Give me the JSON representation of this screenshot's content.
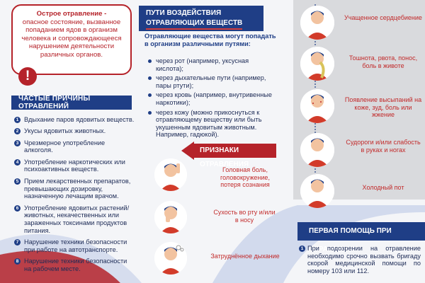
{
  "definition": {
    "term": "Острое отравление -",
    "text": "опасное состояние, вызванное попаданием ядов в организм человека и сопровождающееся нарушением деятельности различных органов."
  },
  "warning_mark": "!",
  "causes": {
    "header": "ЧАСТЫЕ ПРИЧИНЫ ОТРАВЛЕНИЙ",
    "items": [
      {
        "n": "1",
        "text": "Вдыхание паров ядовитых веществ."
      },
      {
        "n": "2",
        "text": "Укусы ядовитых животных."
      },
      {
        "n": "3",
        "text": "Чрезмерное употребление алкоголя."
      },
      {
        "n": "4",
        "text": "Употребление наркотических или психоактивных веществ."
      },
      {
        "n": "5",
        "text": "Прием лекарственных препаратов, превышающих дозировку, назначенную лечащим врачом."
      },
      {
        "n": "6",
        "text": "Употребление ядовитых растений/животных, некачественных или зараженных токсинами продуктов питания."
      },
      {
        "n": "7",
        "text": "Нарушение техники безопасности при работе на автотранспорте."
      },
      {
        "n": "8",
        "text": "Нарушение техники безопасности на рабочем месте."
      }
    ]
  },
  "routes": {
    "header_line1": "ПУТИ ВОЗДЕЙСТВИЯ",
    "header_line2": "ОТРАВЛЯЮЩИХ ВЕЩЕСТВ",
    "intro": "Отравляющие вещества могут попадать в организм различными путями:",
    "items": [
      "через рот (например, уксусная кислота);",
      "через дыхательные пути (например, пары ртути);",
      "через кровь (например, внутривенные наркотики);",
      "через кожу (можно прикоснуться к отравляющему веществу или быть укушенным ядовитым животным. Например, гадюкой)."
    ]
  },
  "signs": {
    "header": "ПРИЗНАКИ ОТРАВЛЕНИЯ",
    "items": [
      "Головная боль, головокружение, потеря сознания",
      "Сухость во рту и/или в носу",
      "Затруднённое дыхание"
    ]
  },
  "symptoms": [
    "Учащенное сердцебиение",
    "Тошнота, рвота, понос, боль в животе",
    "Появление высыпаний на коже, зуд, боль или жжение",
    "Судороги и/или слабость в руках и ногах",
    "Холодный пот"
  ],
  "first_aid": {
    "header": "ПЕРВАЯ ПОМОЩЬ ПРИ ОТРАВЛЕНИИ",
    "n": "1",
    "text": "При подозрении на отравление необходимо срочно вызвать бригаду скорой медицинской помощи по номеру 103 или 112."
  },
  "colors": {
    "brand_blue": "#1f3e86",
    "accent_red": "#b5232a",
    "panel_gray": "#d9dadd"
  }
}
